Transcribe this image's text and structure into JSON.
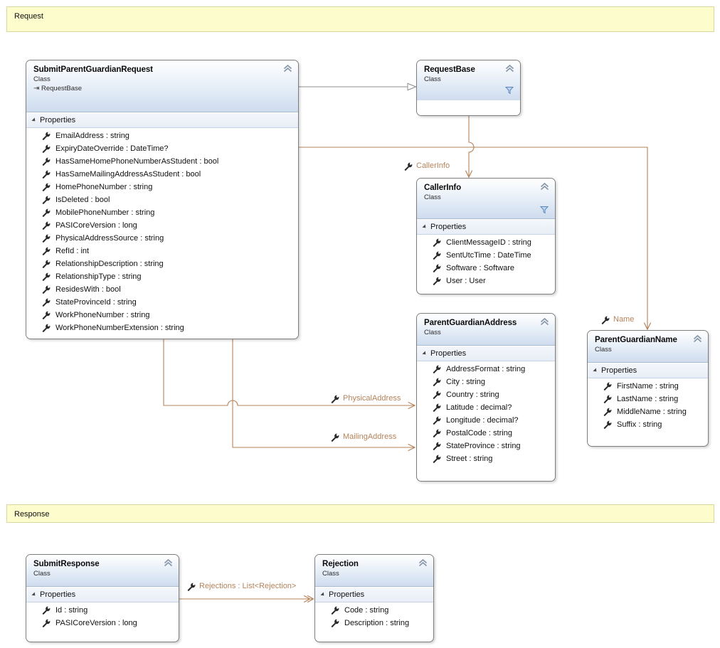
{
  "diagram": {
    "type": "uml-class-diagram",
    "accent_association": "#b5835a",
    "accent_inheritance": "#8c8c8c",
    "banner_bg": "#fcfccc",
    "class_header_accent": "#cfdcee"
  },
  "banners": [
    {
      "name": "request",
      "label": "Request"
    },
    {
      "name": "response",
      "label": "Response"
    }
  ],
  "classes": {
    "submit_parent_guardian_request": {
      "title": "SubmitParentGuardianRequest",
      "stereotype": "Class",
      "base": "RequestBase",
      "compartment": "Properties",
      "members": [
        "EmailAddress : string",
        "ExpiryDateOverride : DateTime?",
        "HasSameHomePhoneNumberAsStudent : bool",
        "HasSameMailingAddressAsStudent : bool",
        "HomePhoneNumber : string",
        "IsDeleted : bool",
        "MobilePhoneNumber : string",
        "PASICoreVersion : long",
        "PhysicalAddressSource : string",
        "RefId : int",
        "RelationshipDescription : string",
        "RelationshipType : string",
        "ResidesWith : bool",
        "StateProvinceId : string",
        "WorkPhoneNumber : string",
        "WorkPhoneNumberExtension : string"
      ]
    },
    "request_base": {
      "title": "RequestBase",
      "stereotype": "Class",
      "compartment": "",
      "members": []
    },
    "caller_info": {
      "title": "CallerInfo",
      "stereotype": "Class",
      "compartment": "Properties",
      "members": [
        "ClientMessageID : string",
        "SentUtcTime : DateTime",
        "Software : Software",
        "User : User"
      ]
    },
    "parent_guardian_address": {
      "title": "ParentGuardianAddress",
      "stereotype": "Class",
      "compartment": "Properties",
      "members": [
        "AddressFormat : string",
        "City : string",
        "Country : string",
        "Latitude : decimal?",
        "Longitude : decimal?",
        "PostalCode : string",
        "StateProvince : string",
        "Street : string"
      ]
    },
    "parent_guardian_name": {
      "title": "ParentGuardianName",
      "stereotype": "Class",
      "compartment": "Properties",
      "members": [
        "FirstName : string",
        "LastName : string",
        "MiddleName : string",
        "Suffix : string"
      ]
    },
    "submit_response": {
      "title": "SubmitResponse",
      "stereotype": "Class",
      "compartment": "Properties",
      "members": [
        "Id : string",
        "PASICoreVersion : long"
      ]
    },
    "rejection": {
      "title": "Rejection",
      "stereotype": "Class",
      "compartment": "Properties",
      "members": [
        "Code : string",
        "Description : string"
      ]
    }
  },
  "associations": [
    {
      "name": "caller-info",
      "label": "CallerInfo"
    },
    {
      "name": "name",
      "label": "Name"
    },
    {
      "name": "physical-address",
      "label": "PhysicalAddress"
    },
    {
      "name": "mailing-address",
      "label": "MailingAddress"
    },
    {
      "name": "rejections",
      "label": "Rejections : List<Rejection>"
    }
  ]
}
